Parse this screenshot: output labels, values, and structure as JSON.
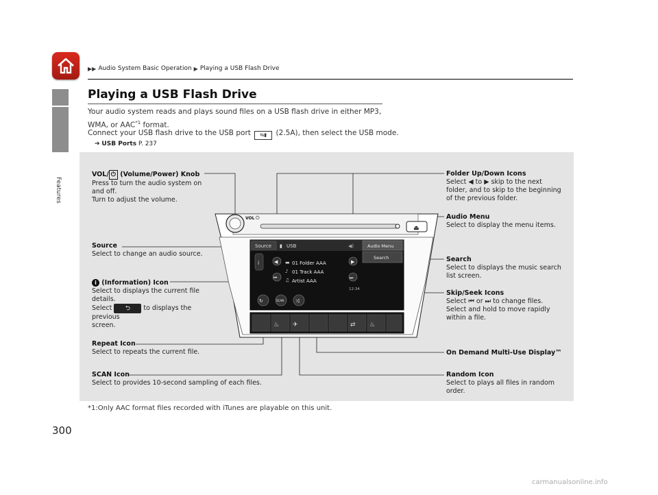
{
  "breadcrumb": {
    "items": [
      "Audio System Basic Operation",
      "Playing a USB Flash Drive"
    ]
  },
  "sidebar": {
    "section": "Features"
  },
  "title": "Playing a USB Flash Drive",
  "intro": {
    "line1": "Your audio system reads and plays sound files on a USB flash drive in either MP3,",
    "line2": "WMA, or AAC",
    "line2_sup": "*1",
    "line2_end": " format.",
    "line3_start": "Connect your USB flash drive to the USB port ",
    "line3_end": " (2.5A), then select the USB mode.",
    "ref_label": "USB Ports",
    "ref_page": " P. 237"
  },
  "labels": {
    "vol_title": " (Volume/Power) Knob",
    "vol_prefix": "VOL/",
    "vol_l1": "Press to turn the audio system on",
    "vol_l2": "and off.",
    "vol_l3": "Turn to adjust the volume.",
    "source_title": "Source",
    "source_l1": "Select to change an audio source.",
    "info_title": " (Information) Icon",
    "info_l1": "Select to displays the current file",
    "info_l2": "details.",
    "info_l3a": "Select ",
    "info_l3b": " to displays the previous",
    "info_l4": "screen.",
    "repeat_title": "Repeat Icon",
    "repeat_l1": "Select to repeats the current file.",
    "scan_title": "SCAN Icon",
    "scan_l1": "Select to provides 10-second sampling of each files.",
    "folder_title": "Folder Up/Down Icons",
    "folder_l1a": "Select ",
    "folder_l1b": " to ",
    "folder_l1c": " skip to the next",
    "folder_l2": "folder, and to skip to the beginning",
    "folder_l3": "of the previous folder.",
    "menu_title": "Audio Menu",
    "menu_l1": "Select to display the menu items.",
    "search_title": "Search",
    "search_l1": "Select to displays the music search",
    "search_l2": "list screen.",
    "skip_title": "Skip/Seek Icons",
    "skip_l1a": "Select ",
    "skip_l1b": " or ",
    "skip_l1c": " to change files.",
    "skip_l2": "Select and hold to move rapidly",
    "skip_l3": "within a file.",
    "ondemand_title": "On Demand Multi-Use Display™",
    "random_title": "Random Icon",
    "random_l1": "Select to plays all files in random",
    "random_l2": "order."
  },
  "screen": {
    "source_btn": "Source",
    "mode": "USB",
    "audio_menu_btn": "Audio Menu",
    "search_btn": "Search",
    "folder": "01 Folder AAA",
    "track": "01 Track AAA",
    "artist": "Artist AAA",
    "time": "12:34",
    "scan": "SCAN",
    "vol_knob_label": "VOL"
  },
  "footnote": "*1:Only AAC format files recorded with iTunes are playable on this unit.",
  "page_number": "300",
  "watermark": "carmanualsonline.info",
  "colors": {
    "home_red": "#c8231a",
    "figure_bg": "#e4e4e4",
    "sidebar_gray": "#8d8d8d"
  }
}
